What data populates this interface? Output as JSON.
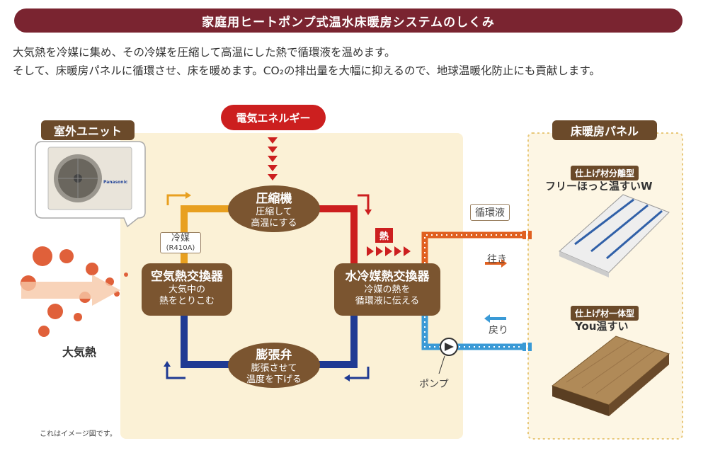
{
  "banner": {
    "title": "家庭用ヒートポンプ式温水床暖房システムのしくみ"
  },
  "intro": {
    "line1": "大気熱を冷媒に集め、その冷媒を圧縮して高温にした熱で循環液を温めます。",
    "line2": "そして、床暖房パネルに循環させ、床を暖めます。CO₂の排出量を大幅に抑えるので、地球温暖化防止にも貢献します。"
  },
  "diagram": {
    "electric": "電気エネルギー",
    "outdoor_unit": "室外ユニット",
    "floor_panel": "床暖房パネル",
    "compressor": {
      "title": "圧縮機",
      "line1": "圧縮して",
      "line2": "高温にする"
    },
    "air_hx": {
      "title": "空気熱交換器",
      "line1": "大気中の",
      "line2": "熱をとりこむ"
    },
    "water_hx": {
      "title": "水冷媒熱交換器",
      "line1": "冷媒の熱を",
      "line2": "循環液に伝える"
    },
    "expansion": {
      "title": "膨張弁",
      "line1": "膨張させて",
      "line2": "温度を下げる"
    },
    "refrigerant": {
      "label": "冷媒",
      "sub": "(R410A)"
    },
    "heat": "熱",
    "circulating": "循環液",
    "outgoing": "往き",
    "returning": "戻り",
    "pump": "ポンプ",
    "atmospheric": "大気熱",
    "note": "これはイメージ図です。",
    "unit_brand": "Panasonic",
    "product1": {
      "tag": "仕上げ材分離型",
      "name": "フリーほっと温すいW"
    },
    "product2": {
      "tag": "仕上げ材一体型",
      "name": "You温すい"
    }
  },
  "colors": {
    "banner": "#7a2430",
    "node": "#7b5530",
    "hot": "#cc1f1f",
    "warm": "#e8a020",
    "cold": "#1f3a93",
    "water_hot": "#e06020",
    "water_cold": "#3a9ad6"
  }
}
